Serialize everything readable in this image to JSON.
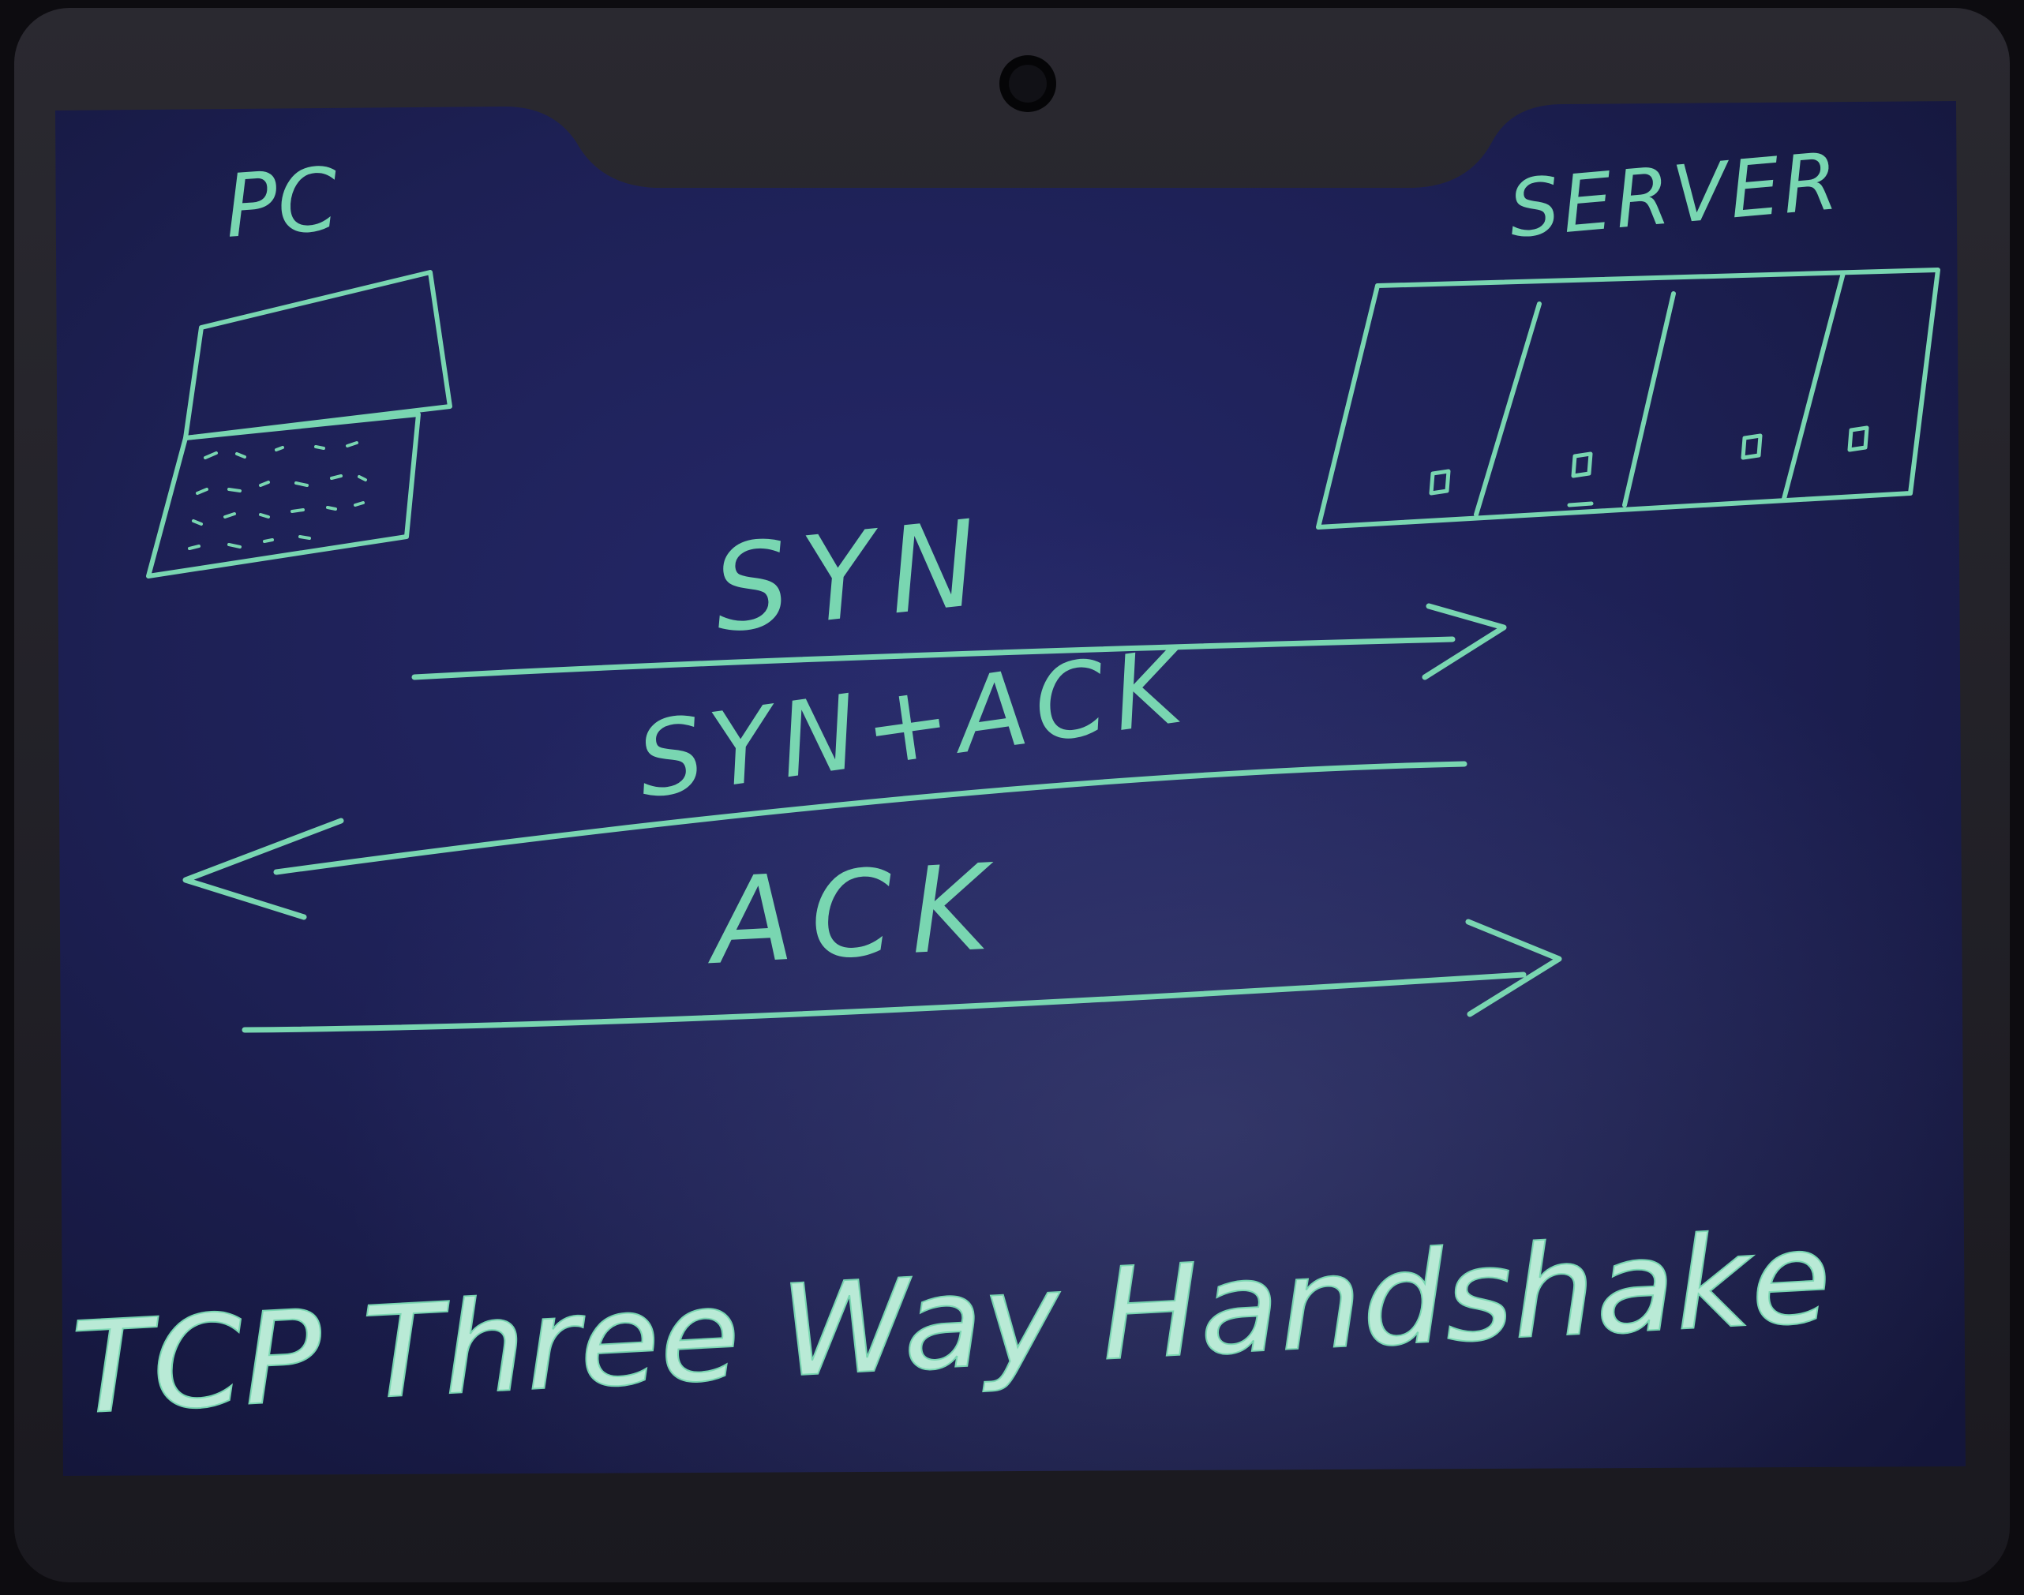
{
  "labels": {
    "pc": "PC",
    "server": "SERVER",
    "syn": "SYN",
    "syn_ack": "SYN+ACK",
    "ack": "ACK",
    "title": "TCP Three Way Handshake"
  },
  "colors": {
    "board": "#1c1f4c",
    "frame": "#15141a",
    "chalk": "#79d6b1",
    "title_light": "#d8f0e4"
  },
  "messages": [
    {
      "label": "SYN",
      "direction": "pc-to-server"
    },
    {
      "label": "SYN+ACK",
      "direction": "server-to-pc"
    },
    {
      "label": "ACK",
      "direction": "pc-to-server"
    }
  ]
}
